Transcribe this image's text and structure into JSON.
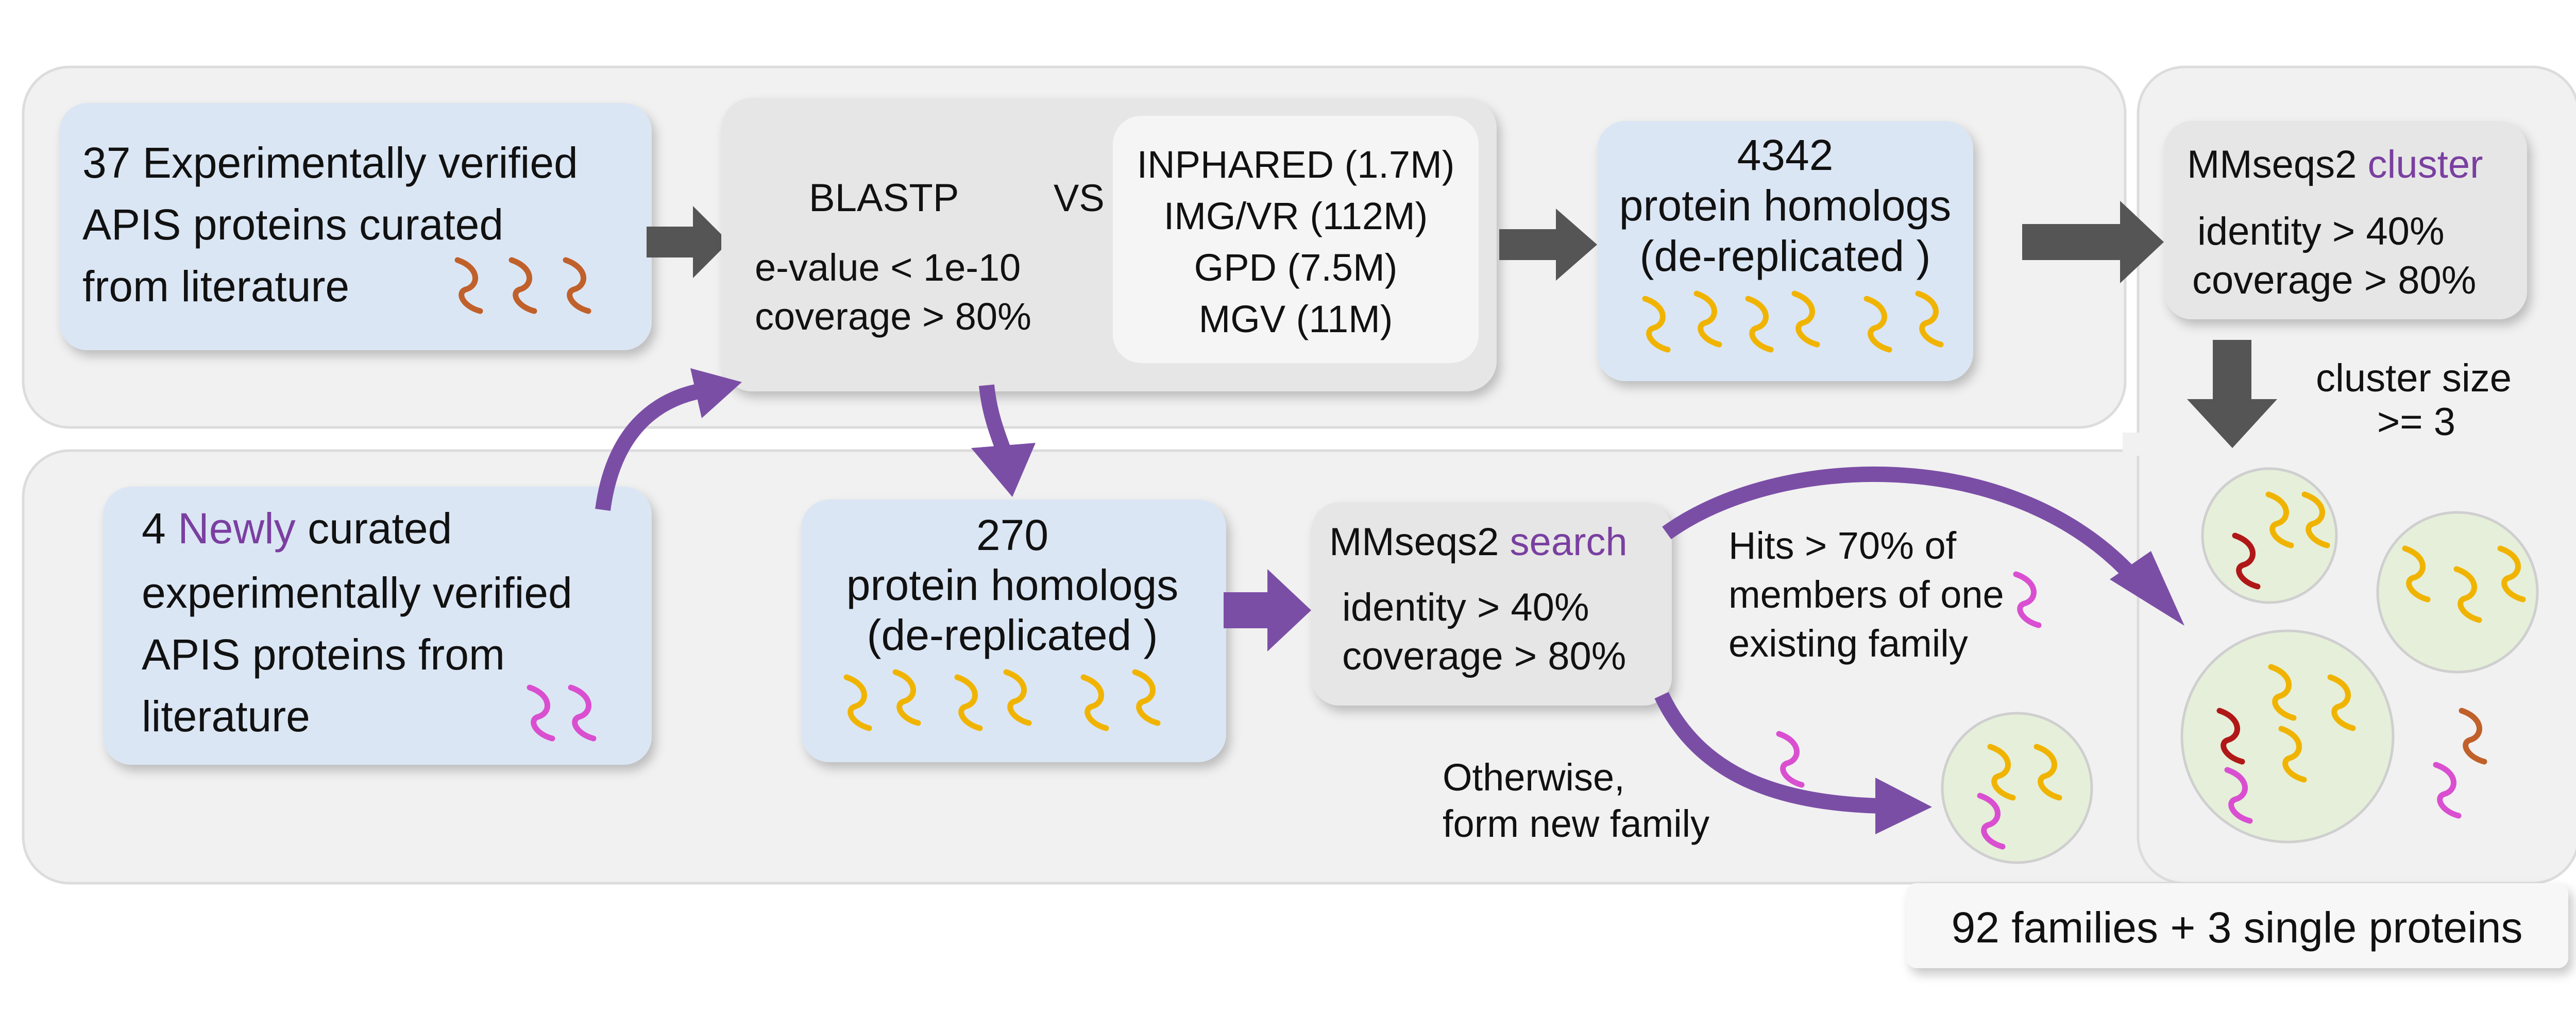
{
  "source": {
    "line1": "37 Experimentally verified",
    "line2": "APIS proteins curated",
    "line3": "from literature"
  },
  "new_source": {
    "prefix": "4 ",
    "highlight": "Newly",
    "line1_suffix": " curated",
    "line2": "experimentally verified",
    "line3": "APIS proteins from",
    "line4": "literature"
  },
  "blast": {
    "title": "BLASTP",
    "vs": "VS",
    "evalue": "e-value < 1e-10",
    "coverage": "coverage > 80%"
  },
  "databases": [
    "INPHARED (1.7M)",
    "IMG/VR (112M)",
    "GPD (7.5M)",
    "MGV (11M)"
  ],
  "homologs_top": {
    "count": "4342",
    "label": "protein homologs",
    "note": "(de-replicated )"
  },
  "homologs_bottom": {
    "count": "270",
    "label": "protein homologs",
    "note": "(de-replicated )"
  },
  "cluster": {
    "tool": "MMseqs2",
    "mode": "cluster",
    "identity": "identity > 40%",
    "coverage": "coverage > 80%"
  },
  "search": {
    "tool": "MMseqs2",
    "mode": "search",
    "identity": "identity > 40%",
    "coverage": "coverage > 80%"
  },
  "cluster_size": {
    "line1": "cluster size",
    "line2": ">= 3"
  },
  "hits_note": {
    "line1": "Hits > 70% of",
    "line2": "members of one",
    "line3": "existing family"
  },
  "otherwise_note": {
    "line1": "Otherwise,",
    "line2": "form new family"
  },
  "result": "92 families + 3 single proteins",
  "colors": {
    "panel": "#f1f1f1",
    "blue_box": "#dbe6f4",
    "grey_box": "#e6e6e6",
    "bubble": "#e6efda",
    "accent_text": "#7a3fa0",
    "purple_arrow": "#7b4ea6",
    "dark_arrow": "#555555",
    "seq_brown": "#c0602a",
    "seq_yellow": "#f0b400",
    "seq_magenta": "#d94fd0",
    "seq_darkred": "#b01818"
  }
}
